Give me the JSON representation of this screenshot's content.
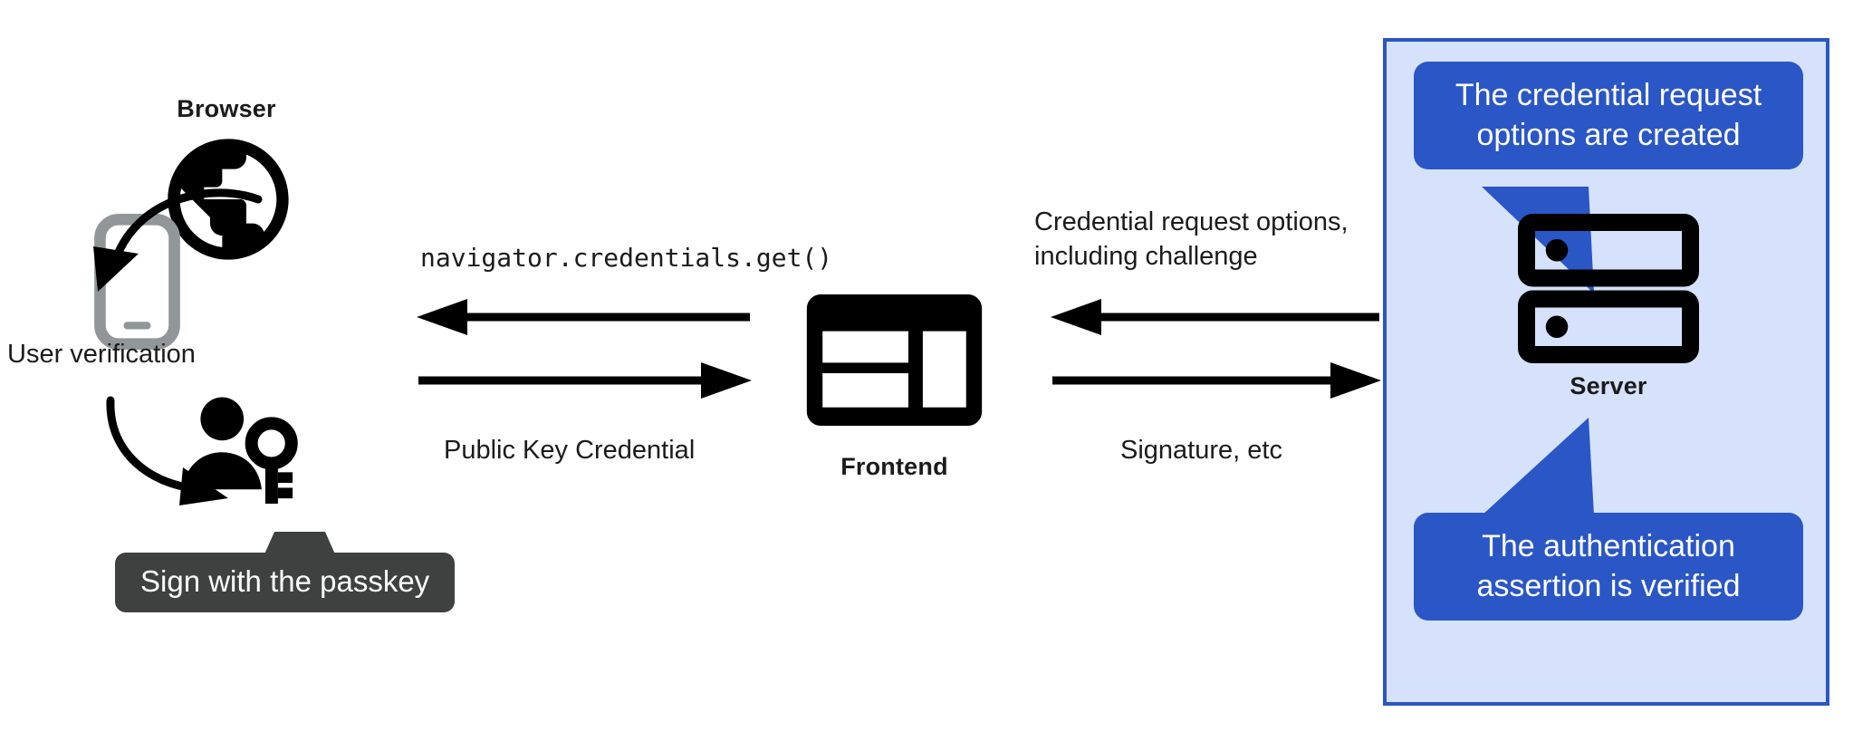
{
  "diagram": {
    "title_nodes": {
      "browser": "Browser",
      "frontend": "Frontend",
      "server": "Server"
    },
    "annotations": {
      "user_verification": "User verification",
      "sign_with_passkey": "Sign with the passkey"
    },
    "flows": {
      "browser_call": "navigator.credentials.get()",
      "public_key_credential": "Public Key Credential",
      "credential_request_options": "Credential request options,\ninclude challenge",
      "credential_request_options_text": "Credential request options,\nincluding challenge",
      "signature_etc": "Signature, etc"
    },
    "server_panel": {
      "callout_top": "The credential request\noptions are created",
      "callout_bottom": "The authentication\nassertion is verified"
    },
    "colors": {
      "panel_fill": "#d6e2fb",
      "panel_border": "#2a56c6",
      "callout_fill": "#2a56c6",
      "callout_text": "#ffffff",
      "tooltip_fill": "#3f4140",
      "icon_black": "#000000",
      "device_gray": "#919699",
      "page_background": "#ffffff"
    },
    "icons": {
      "browser": "globe-icon",
      "device": "mobile-phone-icon",
      "user_key": "person-with-key-icon",
      "frontend": "browser-window-layout-icon",
      "server": "server-racks-icon"
    }
  }
}
